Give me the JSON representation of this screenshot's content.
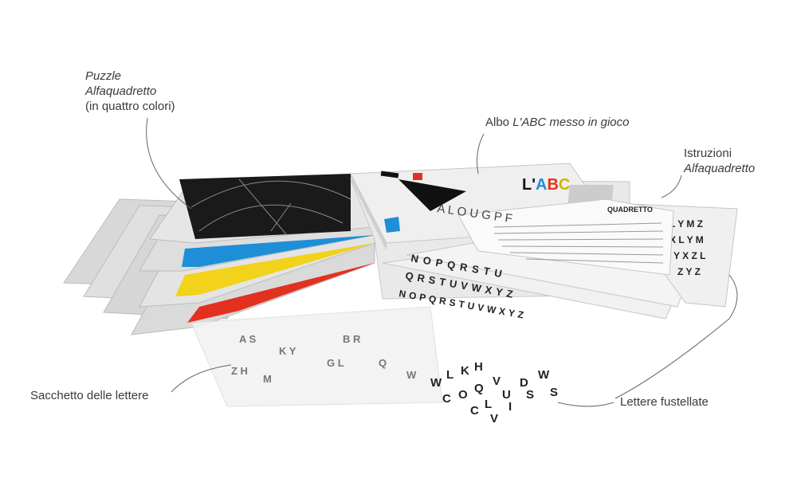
{
  "labels": {
    "puzzle": {
      "line1": "Puzzle",
      "line2": "Alfaquadretto",
      "line3": "(in quattro colori)"
    },
    "albo": {
      "prefix": "Albo ",
      "title": "L'ABC messo in gioco"
    },
    "istruzioni": {
      "line1": "Istruzioni",
      "line2": "Alfaquadretto"
    },
    "sacchetto": "Sacchetto delle lettere",
    "lettere": "Lettere fustellate"
  },
  "book_cover": {
    "logo": "L'ABC",
    "letters": "A L O U G P F"
  },
  "sheet": {
    "heading": "QUADRETTO",
    "row1": "NOPQRSTU",
    "row2": "QRSTUVWXYZ",
    "row3": "NOPQRSTUVWXYZ"
  },
  "colors": {
    "black": "#1a1a1a",
    "blue": "#1e8fd6",
    "yellow": "#f2d21a",
    "red": "#e2321f",
    "card": "#dcdcdc"
  }
}
